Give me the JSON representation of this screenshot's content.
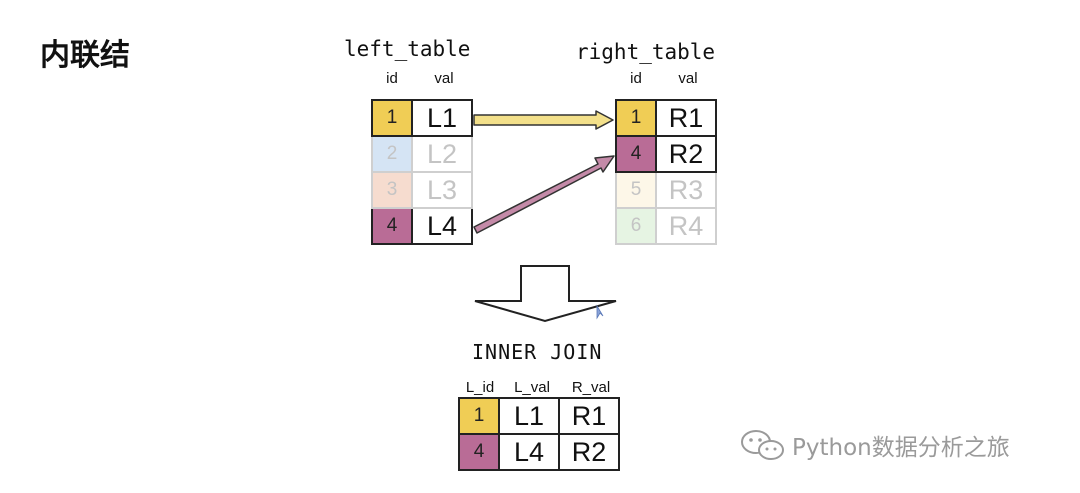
{
  "title": "内联结",
  "left_table": {
    "name": "left_table",
    "headers": [
      "id",
      "val"
    ],
    "rows": [
      {
        "id": "1",
        "val": "L1"
      },
      {
        "id": "2",
        "val": "L2"
      },
      {
        "id": "3",
        "val": "L3"
      },
      {
        "id": "4",
        "val": "L4"
      }
    ]
  },
  "right_table": {
    "name": "right_table",
    "headers": [
      "id",
      "val"
    ],
    "rows": [
      {
        "id": "1",
        "val": "R1"
      },
      {
        "id": "4",
        "val": "R2"
      },
      {
        "id": "5",
        "val": "R3"
      },
      {
        "id": "6",
        "val": "R4"
      }
    ]
  },
  "join": {
    "label": "INNER JOIN",
    "headers": [
      "L_id",
      "L_val",
      "R_val"
    ],
    "rows": [
      {
        "id": "1",
        "lval": "L1",
        "rval": "R1"
      },
      {
        "id": "4",
        "lval": "L4",
        "rval": "R2"
      }
    ]
  },
  "colors": {
    "match_1": "#f0cd55",
    "match_4": "#b96c96",
    "unmatched_left_2": "#d5e4f4",
    "unmatched_left_3": "#f6dccf",
    "unmatched_right_5": "#fdf7e8",
    "unmatched_right_6": "#e6f4e3",
    "arrow_yellow": "#f3e08a",
    "arrow_mauve": "#c48aa8"
  },
  "watermark": {
    "icon": "wechat-icon",
    "text": "Python数据分析之旅"
  }
}
